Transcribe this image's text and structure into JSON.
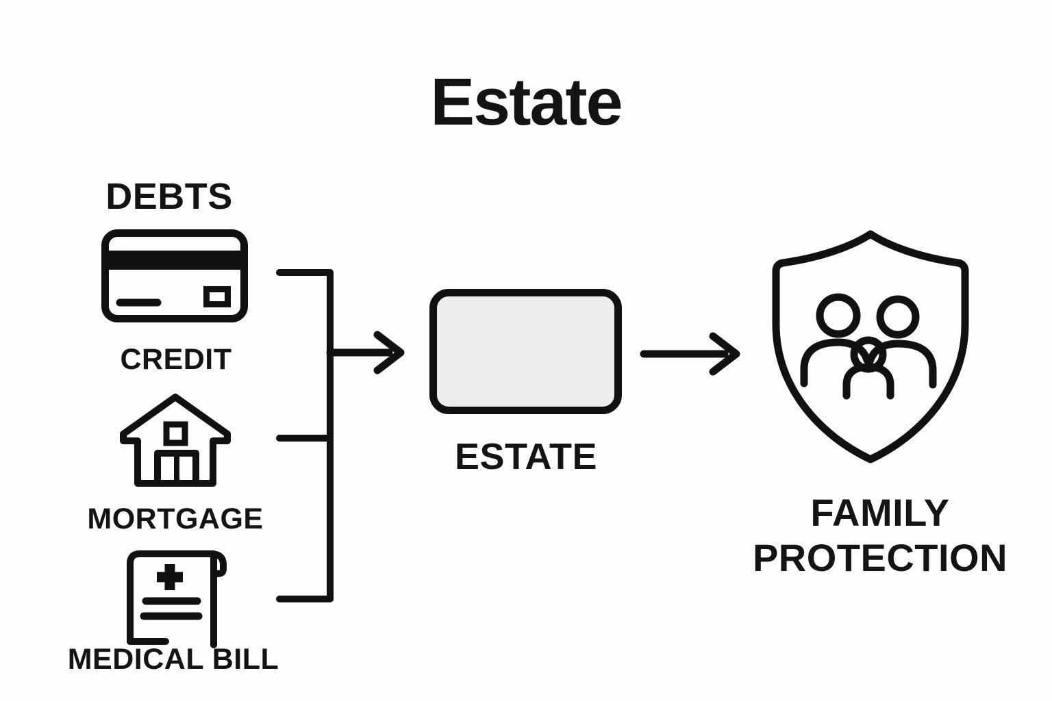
{
  "diagram": {
    "title": "Estate",
    "colors": {
      "ink": "#111111",
      "background": "#fdfdfc",
      "estate_box_fill": "#ededec"
    },
    "debts": {
      "label": "DEBTS",
      "items": [
        {
          "label": "CREDIT",
          "icon": "credit-card-icon"
        },
        {
          "label": "MORTGAGE",
          "icon": "house-icon"
        },
        {
          "label": "MEDICAL BILL",
          "icon": "medical-bill-icon"
        }
      ]
    },
    "estate_node": {
      "label": "ESTATE"
    },
    "outcome": {
      "icon": "family-shield-icon",
      "lines": [
        "FAMILY",
        "PROTECTION"
      ]
    },
    "connectors": [
      {
        "name": "bracket-debts",
        "type": "bracket"
      },
      {
        "name": "arrow-debts-to-estate",
        "type": "arrow"
      },
      {
        "name": "arrow-estate-to-protection",
        "type": "arrow"
      }
    ]
  }
}
